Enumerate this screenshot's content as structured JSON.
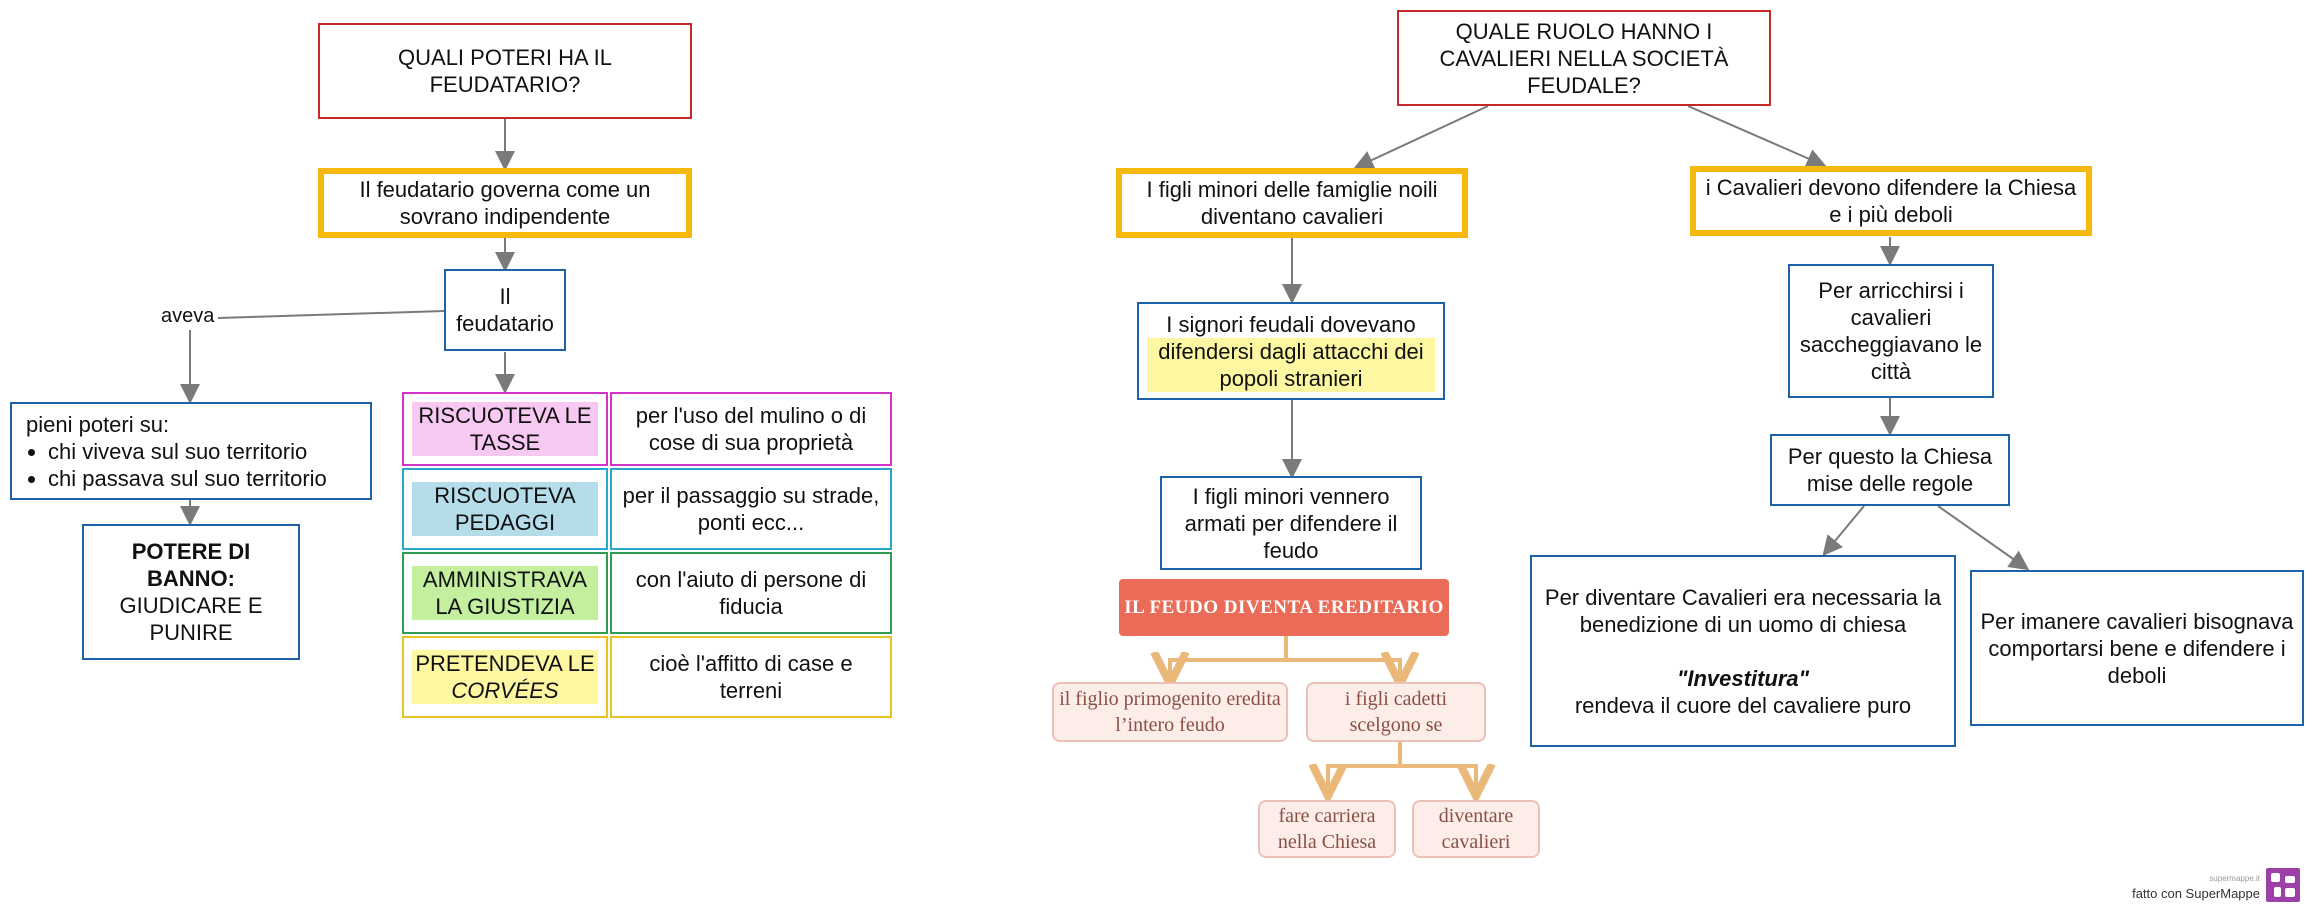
{
  "left": {
    "question": "QUALI POTERI HA IL FEUDATARIO?",
    "governs": "Il feudatario governa come un sovrano indipendente",
    "feudatario": "Il feudatario",
    "aveva": "aveva",
    "pieni_title": "pieni poteri su:",
    "pieni_items": [
      "chi viveva sul suo territorio",
      "chi passava sul suo territorio"
    ],
    "banno_bold": "POTERE DI BANNO:",
    "banno_rest": "GIUDICARE E PUNIRE",
    "rows": [
      {
        "left": "RISCUOTEVA LE TASSE",
        "right": "per l'uso del mulino o di cose di sua proprietà"
      },
      {
        "left": "RISCUOTEVA PEDAGGI",
        "right": "per il passaggio su strade, ponti ecc..."
      },
      {
        "left": "AMMINISTRAVA LA GIUSTIZIA",
        "right": "con l'aiuto di persone di fiducia"
      },
      {
        "left_a": "PRETENDEVA LE",
        "left_b": "CORVÉES",
        "right": "cioè l'affitto di case e terreni"
      }
    ]
  },
  "middle": {
    "question": "QUALE RUOLO HANNO I CAVALIERI NELLA SOCIETÀ FEUDALE?",
    "figli": "I figli minori delle famiglie noili diventano cavalieri",
    "signori_a": "I signori feudali dovevano",
    "signori_b": "difendersi dagli attacchi dei popoli stranieri",
    "vennero": "I figli minori vennero armati per difendere il feudo",
    "banner": "IL FEUDO DIVENTA EREDITARIO",
    "primo": "il figlio primogenito eredita l’intero feudo",
    "cadetti": "i figli cadetti scelgono se",
    "carriera": "fare carriera nella Chiesa",
    "diventare": "diventare cavalieri"
  },
  "right": {
    "difendere": "i Cavalieri devono difendere la Chiesa e i più deboli",
    "arricchirsi": "Per arricchirsi i cavalieri saccheggiavano le città",
    "regole": "Per questo la Chiesa mise delle regole",
    "benedizione": "Per diventare Cavalieri era necessaria la benedizione di un uomo di chiesa",
    "investitura": "\"Investitura\"",
    "cuore": "rendeva il cuore del cavaliere puro",
    "imanere": "Per imanere cavalieri bisognava comportarsi bene e difendere i deboli"
  },
  "footer": {
    "small": "supermappe.it",
    "main": "fatto con SuperMappe"
  },
  "colors": {
    "connector": "#7a7a7a",
    "gold_border": "#f5b80f",
    "red_border": "#c62828",
    "blue_border": "#1e62a8",
    "banner": "#ea6b57",
    "tree_connector": "#eab879"
  }
}
